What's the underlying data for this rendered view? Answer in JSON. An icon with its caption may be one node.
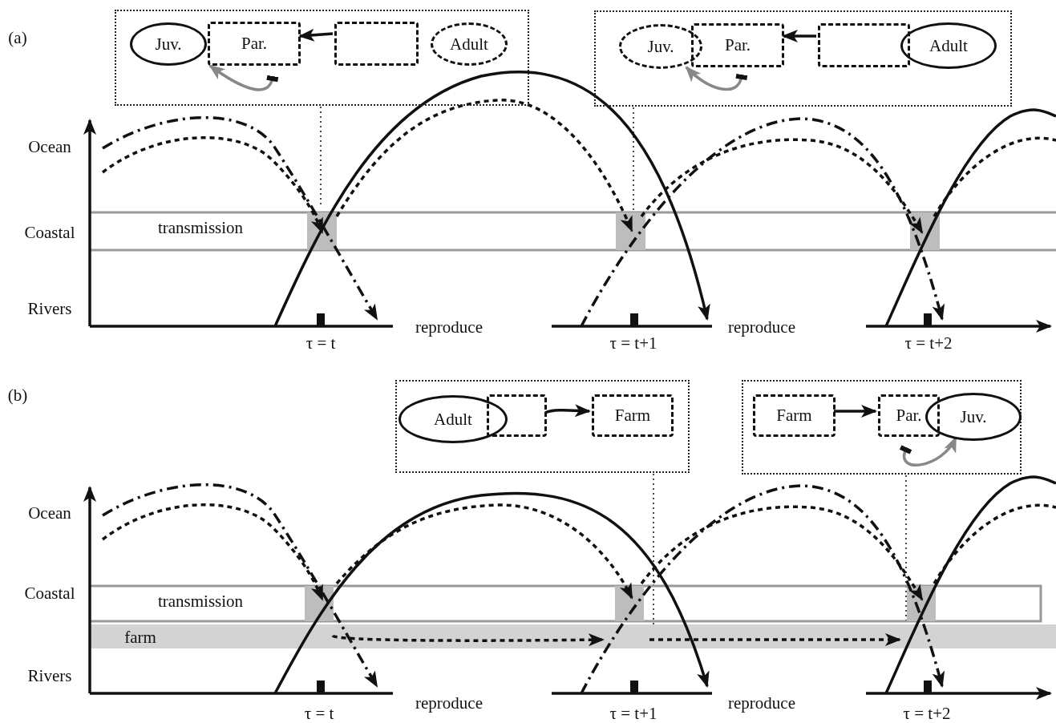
{
  "diagram": {
    "nodes": [
      {
        "text": [],
        "shape": "box"
      },
      {
        "text": [
          "Juv."
        ],
        "in": 0
      },
      {
        "text": [
          "Par."
        ],
        "in": 0
      },
      {
        "text": [],
        "shape": "box",
        "in": 0
      },
      {
        "text": [
          "Adult"
        ],
        "in": 0
      },
      {
        "text": [],
        "shape": "box"
      },
      {
        "text": [
          "Juv."
        ],
        "in": 5
      },
      {
        "text": [
          "Par."
        ],
        "in": 5
      },
      {
        "text": [],
        "shape": "box",
        "in": 5
      },
      {
        "text": [
          "Adult"
        ],
        "in": 5
      },
      {
        "text": [],
        "shape": "box"
      },
      {
        "text": [
          "Adult"
        ],
        "in": 10
      },
      {
        "text": [],
        "shape": "box",
        "in": 10
      },
      {
        "text": [
          "Farm"
        ],
        "in": 10
      },
      {
        "text": [],
        "shape": "box"
      },
      {
        "text": [
          "Farm"
        ],
        "in": 14
      },
      {
        "text": [
          "Par."
        ],
        "in": 14
      },
      {
        "text": [
          "Juv."
        ],
        "in": 14
      }
    ],
    "edges": [
      {
        "from": 3,
        "to": 2,
        "arrow": "to"
      },
      {
        "from": 2,
        "to": 1,
        "arrow": "to",
        "color": "#888888"
      },
      {
        "from": 8,
        "to": 7,
        "arrow": "to"
      },
      {
        "from": 7,
        "to": 6,
        "arrow": "to",
        "color": "#888888"
      },
      {
        "from": 12,
        "to": 13,
        "arrow": "to"
      },
      {
        "from": 15,
        "to": 16,
        "arrow": "to"
      },
      {
        "from": 16,
        "to": 17,
        "arrow": "to",
        "color": "#888888"
      },
      {
        "from": 0,
        "to": null,
        "arrow": "none",
        "style": "dashed"
      },
      {
        "from": 5,
        "to": null,
        "arrow": "none",
        "style": "dashed"
      },
      {
        "from": 10,
        "to": null,
        "arrow": "none",
        "style": "dashed"
      },
      {
        "from": 14,
        "to": null,
        "arrow": "none",
        "style": "dashed"
      }
    ],
    "labels": [
      "(a)",
      "Ocean",
      "Coastal",
      "Rivers",
      "transmission",
      "reproduce",
      "τ = t",
      "reproduce",
      "τ = t+1",
      "τ = t+2",
      "(b)",
      "Ocean",
      "Coastal",
      "Rivers",
      "transmission",
      "farm",
      "reproduce",
      "τ = t",
      "reproduce",
      "τ = t+1",
      "τ = t+2"
    ]
  }
}
